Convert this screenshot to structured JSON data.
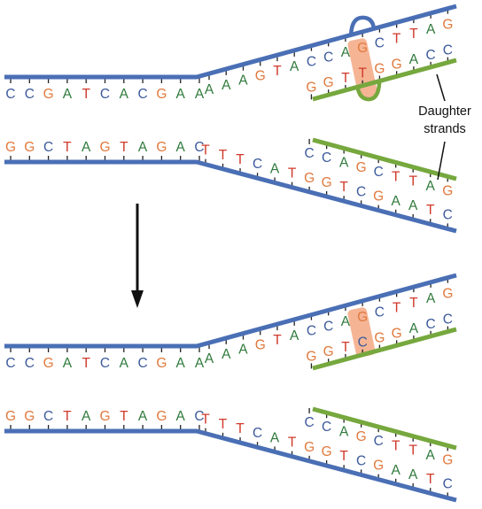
{
  "annotation": {
    "line1": "Daughter",
    "line2": "strands"
  },
  "colors": {
    "parent_strand": "#4a6fb5",
    "daughter_strand": "#76a83e",
    "mismatch_highlight": "#f5b595",
    "A": "#2f7a3b",
    "C": "#3d5a9c",
    "G": "#e07a3e",
    "T": "#d0392b",
    "arrow": "#111111"
  },
  "panels": [
    {
      "id": "before-repair",
      "template_top": {
        "parallel": "CCGATCACGAA",
        "fork": "AAAGTACCAGCTTAG"
      },
      "daughter_top": "GGTTGGACC",
      "template_bottom": {
        "parallel": "GGCTAGTAGAC",
        "fork": "TTTCATGGTCGAATC"
      },
      "daughter_bottom": "CCAGCTTAG",
      "mismatch": {
        "template_base": "G",
        "daughter_base": "T",
        "loop": true
      }
    },
    {
      "id": "after-repair",
      "template_top": {
        "parallel": "CCGATCACGAA",
        "fork": "AAAGTACCAGCTTAG"
      },
      "daughter_top": "GGTCGGACC",
      "template_bottom": {
        "parallel": "GGCTAGTAGAC",
        "fork": "TTTCATGGTCGAATC"
      },
      "daughter_bottom": "CCAGCTTAG",
      "mismatch": {
        "template_base": "G",
        "daughter_base": "C",
        "loop": false
      }
    }
  ]
}
